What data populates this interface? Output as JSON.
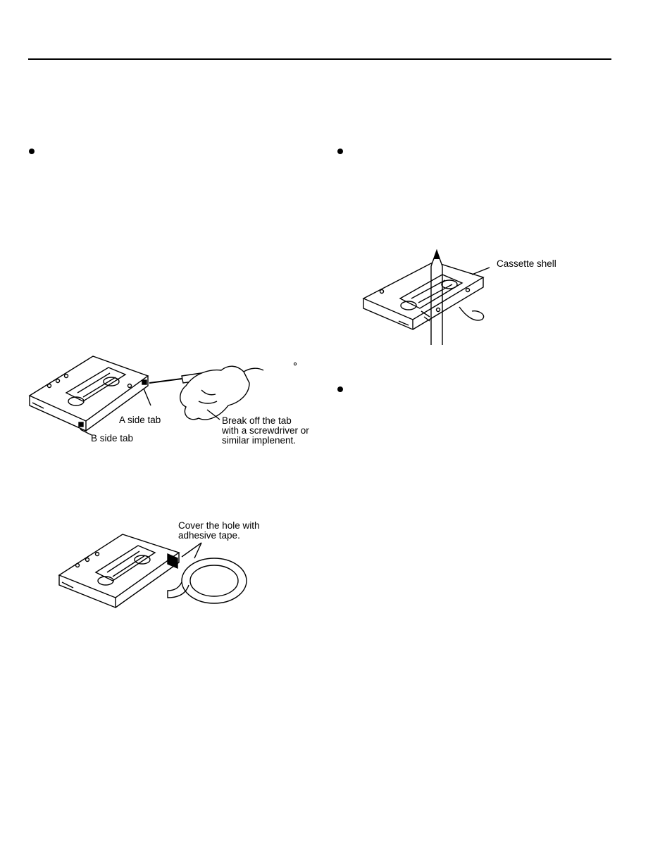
{
  "figures": {
    "tab_break": {
      "labels": {
        "a_side_tab": "A side tab",
        "b_side_tab": "B side tab",
        "break_line1": "Break off the tab",
        "break_line2": "with a screwdriver or",
        "break_line3": "similar implenent."
      }
    },
    "tape_cover": {
      "labels": {
        "line1": "Cover the hole with",
        "line2": "adhesive tape."
      }
    },
    "pencil_wind": {
      "labels": {
        "cassette_shell": "Cassette shell"
      }
    }
  }
}
